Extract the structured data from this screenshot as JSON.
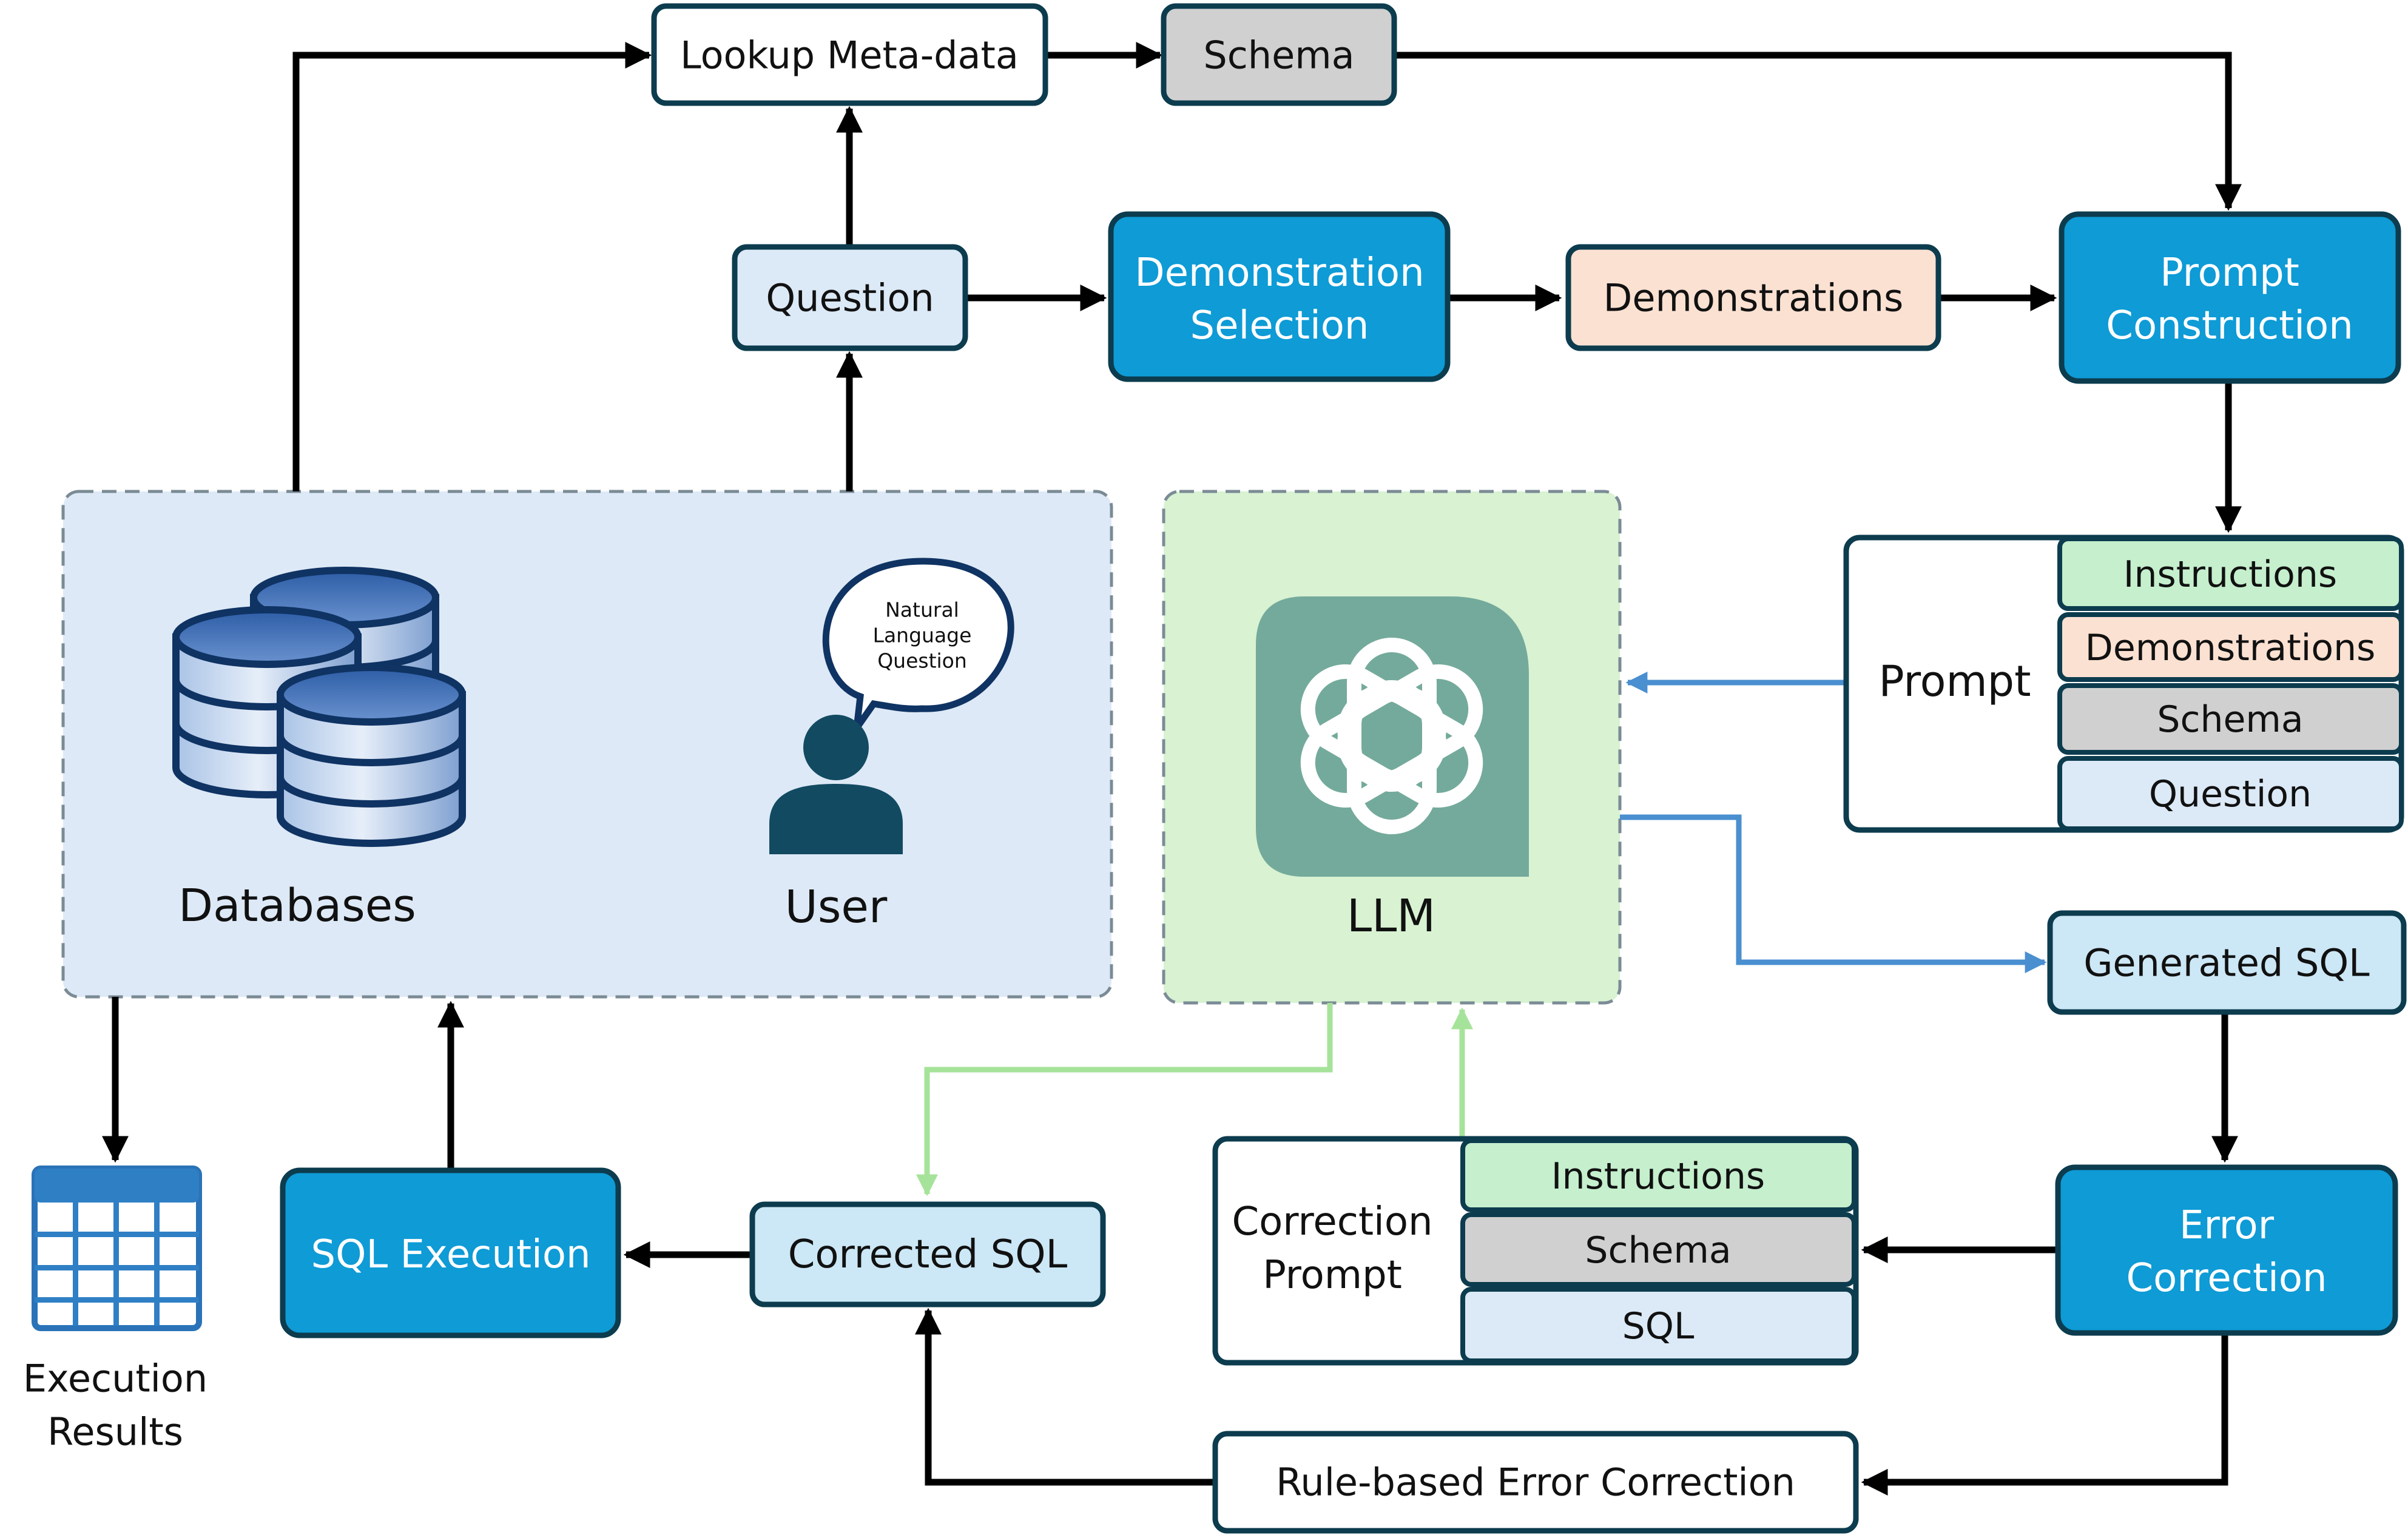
{
  "top_row": {
    "lookup_metadata": "Lookup Meta-data",
    "schema": "Schema"
  },
  "middle_row": {
    "question": "Question",
    "demonstration_selection": [
      "Demonstration",
      "Selection"
    ],
    "demonstrations": "Demonstrations",
    "prompt_construction": [
      "Prompt",
      "Construction"
    ]
  },
  "sources": {
    "databases": "Databases",
    "user": "User",
    "speech_bubble": [
      "Natural",
      "Language",
      "Question"
    ]
  },
  "llm": {
    "label": "LLM"
  },
  "prompt_block": {
    "label": "Prompt",
    "parts": [
      "Instructions",
      "Demonstrations",
      "Schema",
      "Question"
    ]
  },
  "generated_sql": "Generated SQL",
  "error_correction": [
    "Error",
    "Correction"
  ],
  "correction_prompt": {
    "label": [
      "Correction",
      "Prompt"
    ],
    "parts": [
      "Instructions",
      "Schema",
      "SQL"
    ]
  },
  "corrected_sql": "Corrected SQL",
  "sql_execution": "SQL Execution",
  "execution_results": [
    "Execution",
    "Results"
  ],
  "rule_based_correction": "Rule-based Error Correction",
  "colors": {
    "process_blue": "#0e9bd6",
    "light_blue": "#cce7f5",
    "pale_blue": "#dce9f6",
    "peach": "#fbe1d2",
    "gray": "#d0d0d0",
    "mint": "#c5efcd",
    "llm_panel": "#d8f2d2",
    "db_panel": "#dde9f6",
    "border": "#0c3c4e",
    "arrow": "#000000",
    "blue_arrow": "#4a8fd0",
    "green_arrow": "#a6e39a",
    "openai_tile": "#74aa9c"
  }
}
